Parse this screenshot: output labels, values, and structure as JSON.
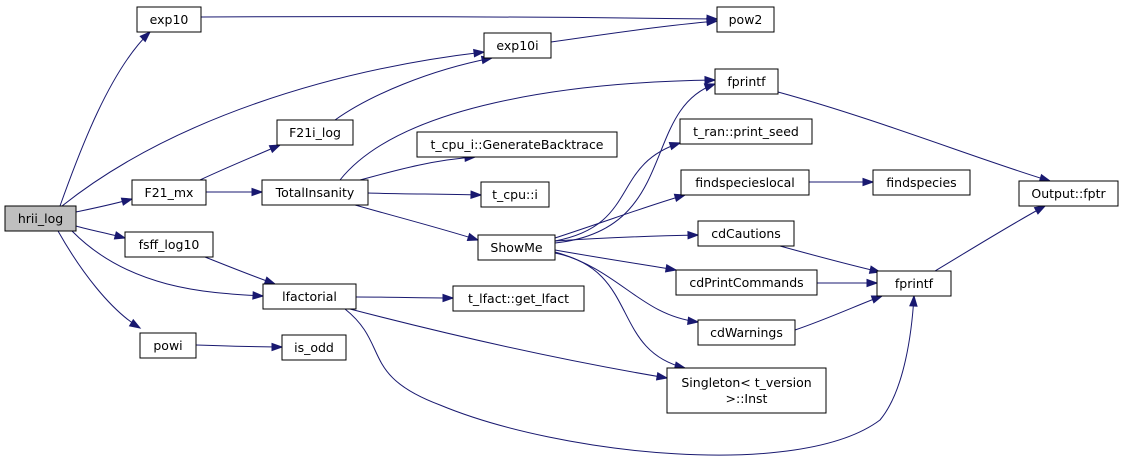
{
  "diagram": {
    "type": "call-graph",
    "colors": {
      "edge": "#191970",
      "root_fill": "#bfbfbf",
      "node_fill": "#ffffff",
      "border": "#000000"
    },
    "nodes": [
      {
        "id": "hrii_log",
        "label": "hrii_log",
        "root": true
      },
      {
        "id": "exp10",
        "label": "exp10"
      },
      {
        "id": "pow2",
        "label": "pow2"
      },
      {
        "id": "exp10i",
        "label": "exp10i"
      },
      {
        "id": "fprintf_top",
        "label": "fprintf"
      },
      {
        "id": "F21i_log",
        "label": "F21i_log"
      },
      {
        "id": "t_ran_print_seed",
        "label": "t_ran::print_seed"
      },
      {
        "id": "GenerateBacktrace",
        "label": "t_cpu_i::GenerateBacktrace"
      },
      {
        "id": "F21_mx",
        "label": "F21_mx"
      },
      {
        "id": "TotalInsanity",
        "label": "TotalInsanity"
      },
      {
        "id": "findspecieslocal",
        "label": "findspecieslocal"
      },
      {
        "id": "findspecies",
        "label": "findspecies"
      },
      {
        "id": "Output_fptr",
        "label": "Output::fptr"
      },
      {
        "id": "t_cpu_i",
        "label": "t_cpu::i"
      },
      {
        "id": "fsff_log10",
        "label": "fsff_log10"
      },
      {
        "id": "ShowMe",
        "label": "ShowMe"
      },
      {
        "id": "cdCautions",
        "label": "cdCautions"
      },
      {
        "id": "cdPrintCommands",
        "label": "cdPrintCommands"
      },
      {
        "id": "fprintf_mid",
        "label": "fprintf"
      },
      {
        "id": "lfactorial",
        "label": "lfactorial"
      },
      {
        "id": "get_lfact",
        "label": "t_lfact::get_lfact"
      },
      {
        "id": "cdWarnings",
        "label": "cdWarnings"
      },
      {
        "id": "powi",
        "label": "powi"
      },
      {
        "id": "is_odd",
        "label": "is_odd"
      },
      {
        "id": "Singleton",
        "label": "Singleton< t_version\n>::Inst"
      }
    ],
    "edges": [
      [
        "hrii_log",
        "exp10"
      ],
      [
        "hrii_log",
        "exp10i"
      ],
      [
        "hrii_log",
        "F21_mx"
      ],
      [
        "hrii_log",
        "fsff_log10"
      ],
      [
        "hrii_log",
        "lfactorial"
      ],
      [
        "hrii_log",
        "powi"
      ],
      [
        "exp10",
        "pow2"
      ],
      [
        "exp10i",
        "pow2"
      ],
      [
        "F21i_log",
        "exp10i"
      ],
      [
        "F21_mx",
        "F21i_log"
      ],
      [
        "F21_mx",
        "TotalInsanity"
      ],
      [
        "TotalInsanity",
        "fprintf_top"
      ],
      [
        "TotalInsanity",
        "GenerateBacktrace"
      ],
      [
        "TotalInsanity",
        "t_cpu_i"
      ],
      [
        "TotalInsanity",
        "ShowMe"
      ],
      [
        "fprintf_top",
        "Output_fptr"
      ],
      [
        "findspecieslocal",
        "findspecies"
      ],
      [
        "ShowMe",
        "fprintf_top"
      ],
      [
        "ShowMe",
        "t_ran_print_seed"
      ],
      [
        "ShowMe",
        "findspecieslocal"
      ],
      [
        "ShowMe",
        "cdCautions"
      ],
      [
        "ShowMe",
        "cdPrintCommands"
      ],
      [
        "ShowMe",
        "cdWarnings"
      ],
      [
        "ShowMe",
        "Singleton"
      ],
      [
        "cdCautions",
        "fprintf_mid"
      ],
      [
        "cdPrintCommands",
        "fprintf_mid"
      ],
      [
        "cdWarnings",
        "fprintf_mid"
      ],
      [
        "fprintf_mid",
        "Output_fptr"
      ],
      [
        "fsff_log10",
        "lfactorial"
      ],
      [
        "lfactorial",
        "get_lfact"
      ],
      [
        "lfactorial",
        "Singleton"
      ],
      [
        "lfactorial",
        "fprintf_mid"
      ],
      [
        "powi",
        "is_odd"
      ]
    ]
  }
}
